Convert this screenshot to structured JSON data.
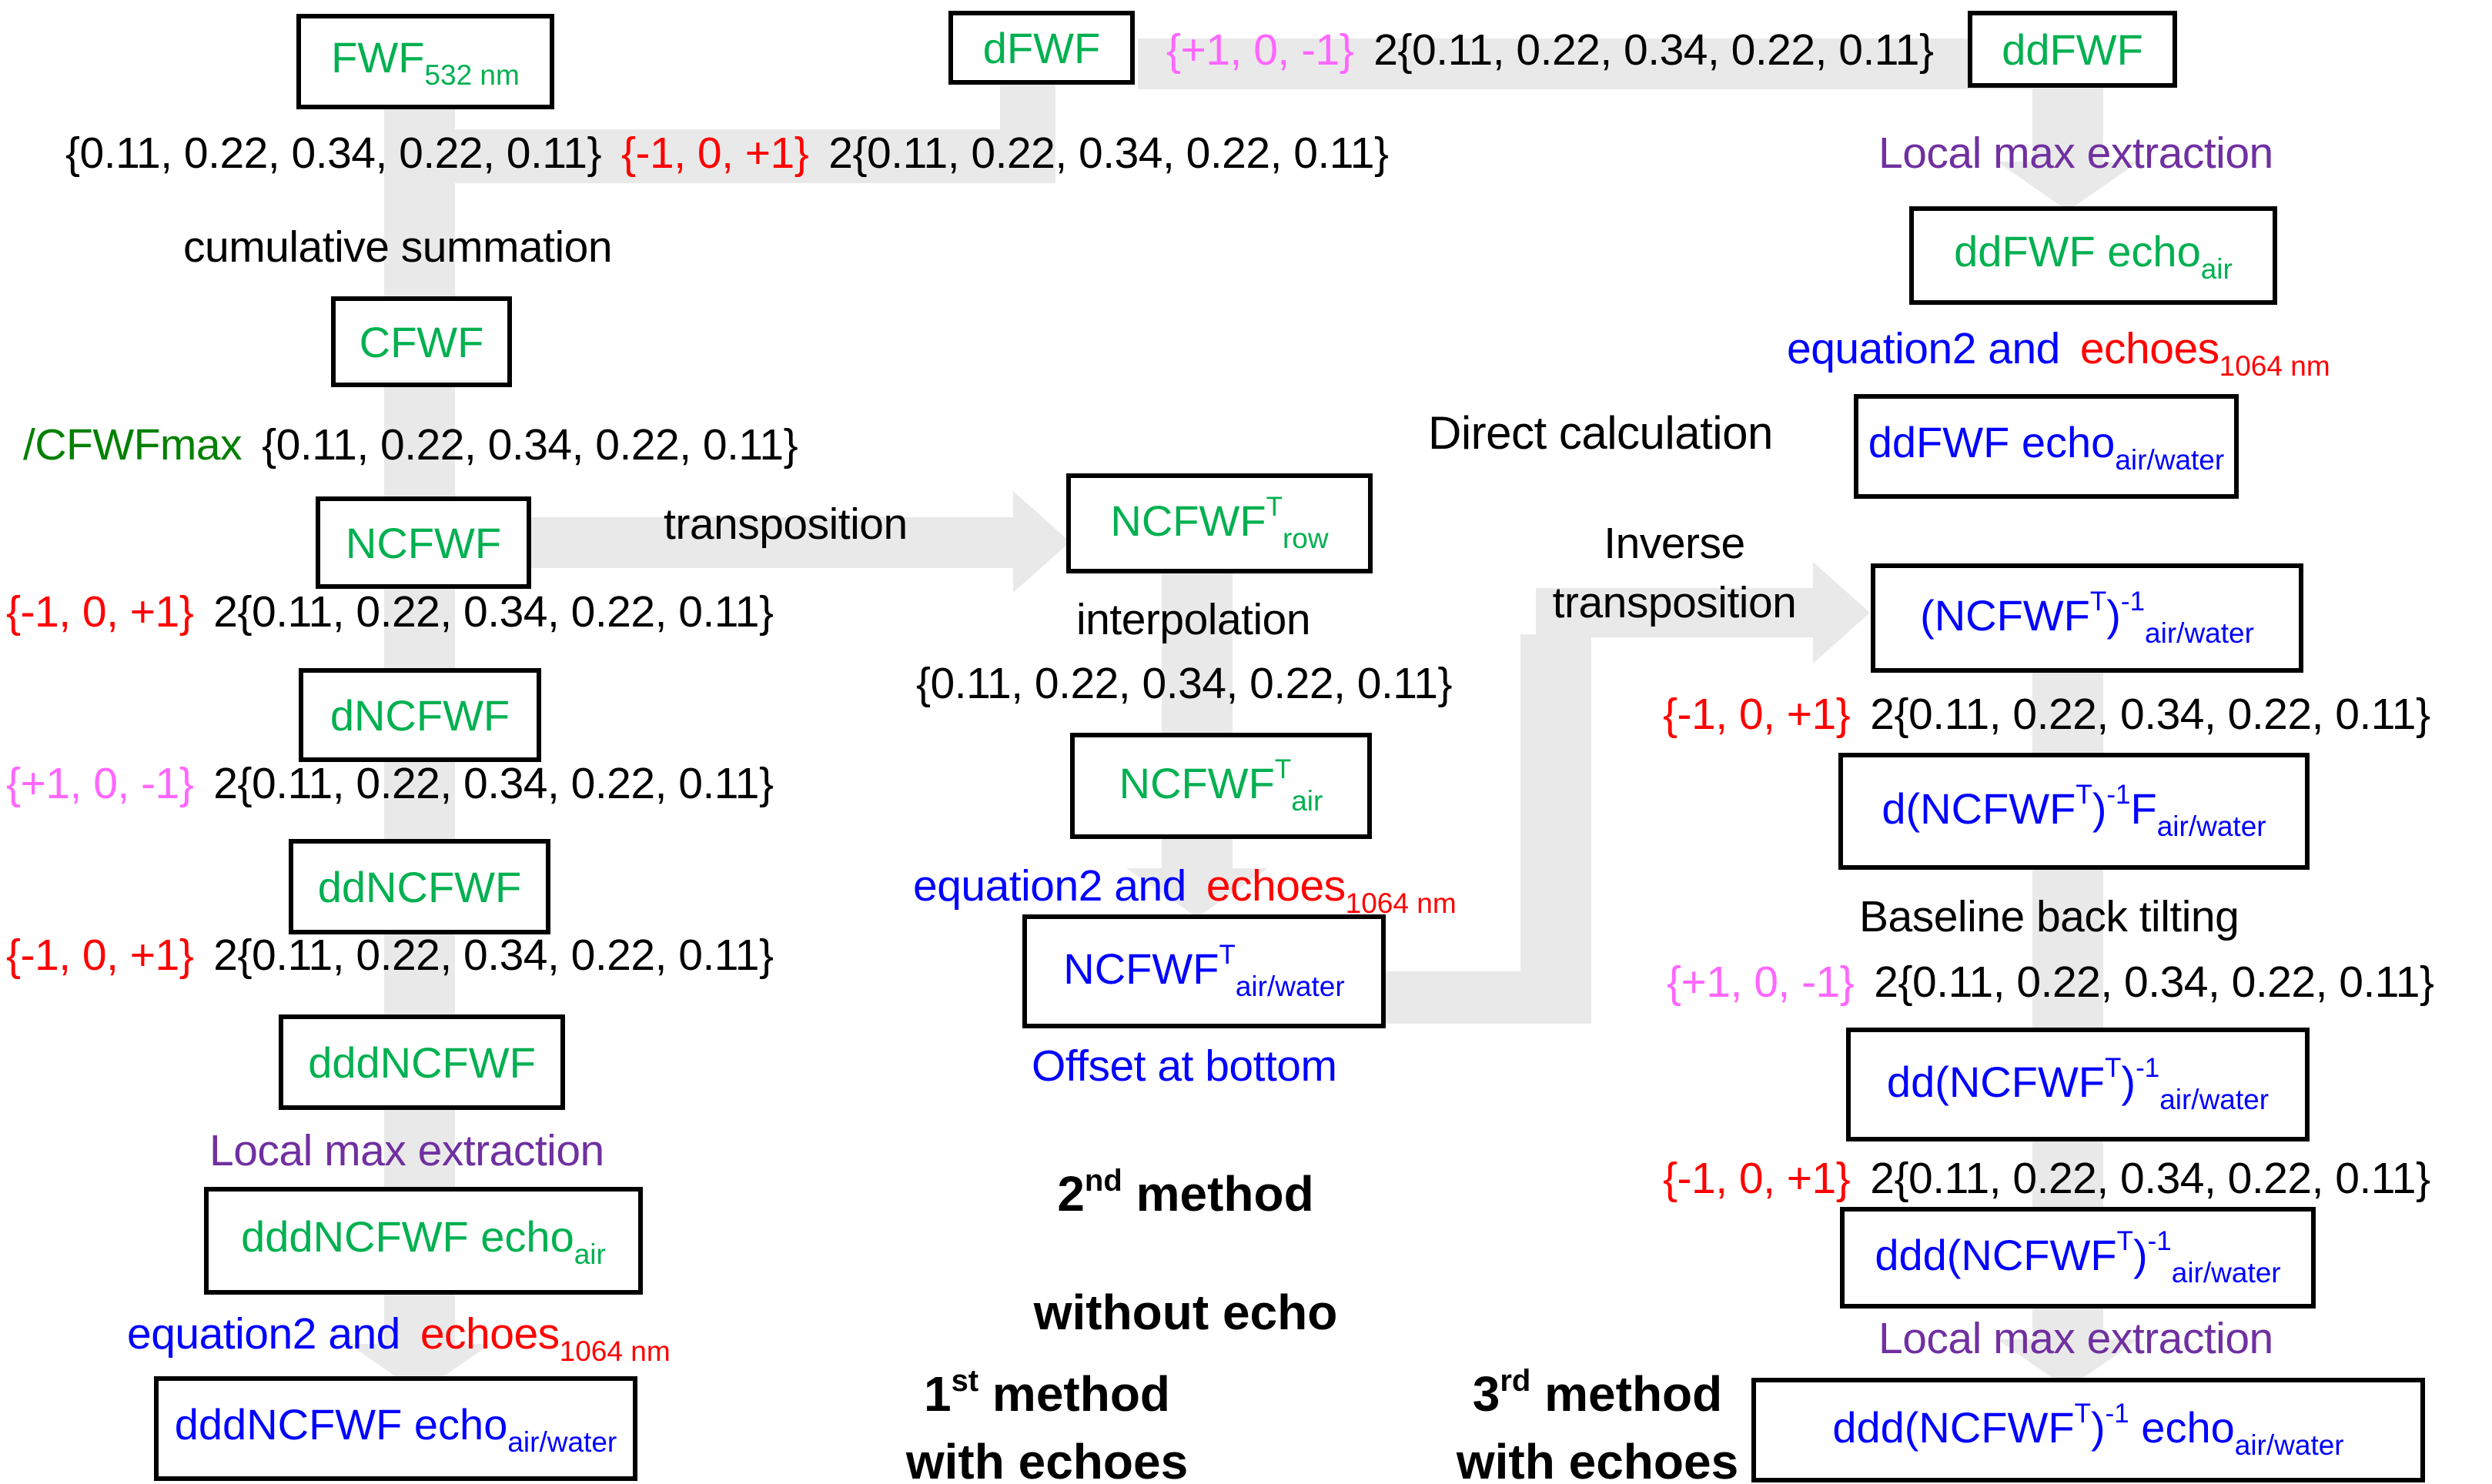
{
  "colors": {
    "green": "#00B050",
    "dark_green": "#008000",
    "blue": "#0000FF",
    "red": "#FF0000",
    "magenta": "#FF66FF",
    "purple": "#7030A0",
    "connector_gray": "#E9E9E9",
    "text_black": "#000000"
  },
  "labels": {
    "kernel": "{0.11, 0.22, 0.34, 0.22, 0.11}",
    "kernel2": "2{0.11, 0.22, 0.34, 0.22, 0.11}",
    "filter_neg": "{-1, 0, +1}",
    "filter_pos": "{+1, 0, -1}",
    "cumulative_summation": "cumulative summation",
    "cfwfmax": "/CFWFmax",
    "transposition": "transposition",
    "interpolation": "interpolation",
    "inverse_line1": "Inverse",
    "inverse_line2": "transposition",
    "direct_calculation": "Direct calculation",
    "baseline_back_tilting": "Baseline back tilting",
    "local_max_extraction": "Local max extraction",
    "offset_at_bottom": "Offset at bottom",
    "equation2_and": "equation2 and",
    "echoes": "echoes",
    "echoes_sub": "1064 nm"
  },
  "boxes": {
    "fwf": {
      "main": "FWF",
      "sub": "532 nm"
    },
    "cfwf": {
      "main": "CFWF"
    },
    "ncfwf": {
      "main": "NCFWF"
    },
    "dncfwf": {
      "main": "dNCFWF"
    },
    "ddncfwf": {
      "main": "ddNCFWF"
    },
    "dddncfwf": {
      "main": "dddNCFWF"
    },
    "dddncfwf_echo_air": {
      "main": "dddNCFWF echo",
      "sub": "air"
    },
    "dddncfwf_echo_airwater": {
      "main": "dddNCFWF echo",
      "sub": "air/water"
    },
    "dfwf": {
      "main": "dFWF"
    },
    "ddfwf": {
      "main": "ddFWF"
    },
    "ddfwf_echo_air": {
      "main": "ddFWF echo",
      "sub": "air"
    },
    "ddfwf_echo_airwater": {
      "main": "ddFWF echo",
      "sub": "air/water"
    },
    "ncfwft_row": {
      "main": "NCFWF",
      "sup": "T",
      "sub": "row"
    },
    "ncfwft_air": {
      "main": "NCFWF",
      "sup": "T",
      "sub": "air"
    },
    "ncfwft_airwater": {
      "main": "NCFWF",
      "sup": "T",
      "sub": "air/water"
    },
    "ncfwft_inv_airwater": {
      "p1": "(NCFWF",
      "sup1": "T",
      "p2": ")",
      "sup2": "-1",
      "sub": "air/water"
    },
    "d_ncfwft_inv_f_airwater": {
      "p1": "d(NCFWF",
      "sup1": "T",
      "p2": ")",
      "sup2": "-1",
      "p3": "F",
      "sub": "air/water"
    },
    "dd_ncfwft_inv_airwater": {
      "p1": "dd(NCFWF",
      "sup1": "T",
      "p2": ")",
      "sup2": "-1",
      "sub": "air/water"
    },
    "ddd_ncfwft_inv_airwater": {
      "p1": "ddd(NCFWF",
      "sup1": "T",
      "p2": ")",
      "sup2": "-1",
      "sub": "air/water"
    },
    "ddd_ncfwft_inv_echo_airwater": {
      "p1": "ddd(NCFWF",
      "sup1": "T",
      "p2": ")",
      "sup2": "-1",
      "p3": " echo",
      "sub": "air/water"
    }
  },
  "methods": {
    "m1": {
      "num": "1",
      "ord": "st",
      "rest": " method",
      "line2": "with echoes"
    },
    "m2": {
      "num": "2",
      "ord": "nd",
      "rest": " method",
      "line2": "without echo"
    },
    "m3": {
      "num": "3",
      "ord": "rd",
      "rest": " method",
      "line2": "with echoes"
    }
  }
}
